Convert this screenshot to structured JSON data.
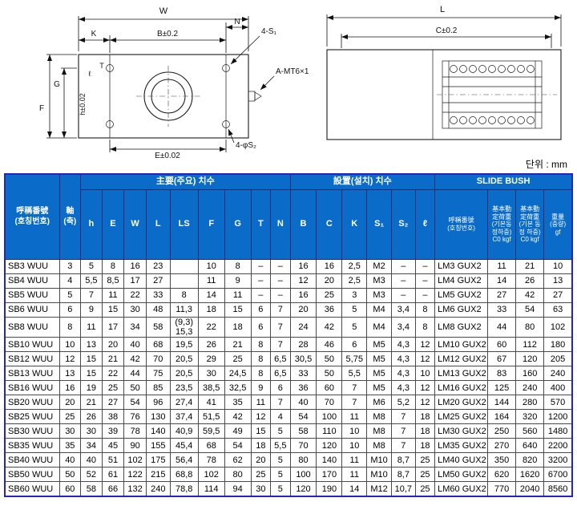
{
  "drawing": {
    "front": {
      "w": "W",
      "k": "K",
      "b": "B±0.2",
      "n": "N",
      "s1": "4-S₁",
      "a": "A-MT6×1",
      "t": "T",
      "ell": "ℓ",
      "h": "h±0.02",
      "g": "G",
      "f": "F",
      "e": "E±0.02",
      "s2": "4-φS₂"
    },
    "side": {
      "l": "L",
      "c": "C±0.2"
    }
  },
  "table": {
    "unit_note": "단위 : mm",
    "corner_header": "呼稱番號\n(호칭번호)",
    "shaft_header": "軸\n(축)",
    "groups": {
      "main": "主要(주요) 치수",
      "install": "設置(설치) 치수",
      "slide": "SLIDE BUSH"
    },
    "sub_cols": [
      "h",
      "E",
      "W",
      "L",
      "LS",
      "F",
      "G",
      "T",
      "N",
      "B",
      "C",
      "K",
      "S₁",
      "S₂",
      "ℓ",
      "呼稱番號\n(호칭번호)",
      "基本動\n定荷重\n(기본동\n정하중)\nC0 kgf",
      "基本動\n定荷重\n(기본 동\n정 하중)\nC0 kgf",
      "重量\n(중량)\ngf"
    ],
    "rows": [
      [
        "SB3 WUU",
        "3",
        "5",
        "8",
        "16",
        "23",
        "",
        "10",
        "8",
        "–",
        "–",
        "16",
        "16",
        "2,5",
        "M2",
        "–",
        "–",
        "LM3 GUX2",
        "11",
        "21",
        "10"
      ],
      [
        "SB4 WUU",
        "4",
        "5,5",
        "8,5",
        "17",
        "27",
        "",
        "11",
        "9",
        "–",
        "–",
        "12",
        "20",
        "2,5",
        "M3",
        "–",
        "–",
        "LM4 GUX2",
        "14",
        "26",
        "13"
      ],
      [
        "SB5 WUU",
        "5",
        "7",
        "11",
        "22",
        "33",
        "8",
        "14",
        "11",
        "–",
        "–",
        "16",
        "25",
        "3",
        "M3",
        "–",
        "–",
        "LM5 GUX2",
        "27",
        "42",
        "27"
      ],
      [
        "SB6 WUU",
        "6",
        "9",
        "15",
        "30",
        "48",
        "11,3",
        "18",
        "15",
        "6",
        "7",
        "20",
        "36",
        "5",
        "M4",
        "3,4",
        "8",
        "LM6 GUX2",
        "33",
        "54",
        "63"
      ],
      [
        "SB8 WUU",
        "8",
        "11",
        "17",
        "34",
        "58",
        "(9,3)\n15,3",
        "22",
        "18",
        "6",
        "7",
        "24",
        "42",
        "5",
        "M4",
        "3,4",
        "8",
        "LM8 GUX2",
        "44",
        "80",
        "102"
      ],
      [
        "SB10 WUU",
        "10",
        "13",
        "20",
        "40",
        "68",
        "19,5",
        "26",
        "21",
        "8",
        "7",
        "28",
        "46",
        "6",
        "M5",
        "4,3",
        "12",
        "LM10 GUX2",
        "60",
        "112",
        "180"
      ],
      [
        "SB12 WUU",
        "12",
        "15",
        "21",
        "42",
        "70",
        "20,5",
        "29",
        "25",
        "8",
        "6,5",
        "30,5",
        "50",
        "5,75",
        "M5",
        "4,3",
        "12",
        "LM12 GUX2",
        "67",
        "120",
        "205"
      ],
      [
        "SB13 WUU",
        "13",
        "15",
        "22",
        "44",
        "75",
        "20,5",
        "30",
        "24,5",
        "8",
        "6,5",
        "33",
        "50",
        "5,5",
        "M5",
        "4,3",
        "10",
        "LM13 GUX2",
        "83",
        "160",
        "240"
      ],
      [
        "SB16 WUU",
        "16",
        "19",
        "25",
        "50",
        "85",
        "23,5",
        "38,5",
        "32,5",
        "9",
        "6",
        "36",
        "60",
        "7",
        "M5",
        "4,3",
        "12",
        "LM16 GUX2",
        "125",
        "240",
        "400"
      ],
      [
        "SB20 WUU",
        "20",
        "21",
        "27",
        "54",
        "96",
        "27,4",
        "41",
        "35",
        "11",
        "7",
        "40",
        "70",
        "7",
        "M6",
        "5,2",
        "12",
        "LM20 GUX2",
        "144",
        "280",
        "570"
      ],
      [
        "SB25 WUU",
        "25",
        "26",
        "38",
        "76",
        "130",
        "37,4",
        "51,5",
        "42",
        "12",
        "4",
        "54",
        "100",
        "11",
        "M8",
        "7",
        "18",
        "LM25 GUX2",
        "164",
        "320",
        "1200"
      ],
      [
        "SB30 WUU",
        "30",
        "30",
        "39",
        "78",
        "140",
        "40,9",
        "59,5",
        "49",
        "15",
        "5",
        "58",
        "110",
        "10",
        "M8",
        "7",
        "18",
        "LM30 GUX2",
        "250",
        "560",
        "1480"
      ],
      [
        "SB35 WUU",
        "35",
        "34",
        "45",
        "90",
        "155",
        "45,4",
        "68",
        "54",
        "18",
        "5,5",
        "70",
        "120",
        "10",
        "M8",
        "7",
        "18",
        "LM35 GUX2",
        "270",
        "640",
        "2200"
      ],
      [
        "SB40 WUU",
        "40",
        "40",
        "51",
        "102",
        "175",
        "56,4",
        "78",
        "62",
        "20",
        "5",
        "80",
        "140",
        "11",
        "M10",
        "8,7",
        "25",
        "LM40 GUX2",
        "350",
        "820",
        "3200"
      ],
      [
        "SB50 WUU",
        "50",
        "52",
        "61",
        "122",
        "215",
        "68,8",
        "102",
        "80",
        "25",
        "5",
        "100",
        "170",
        "11",
        "M10",
        "8,7",
        "25",
        "LM50 GUX2",
        "620",
        "1620",
        "6700"
      ],
      [
        "SB60 WUU",
        "60",
        "58",
        "66",
        "132",
        "240",
        "78,8",
        "114",
        "94",
        "30",
        "5",
        "120",
        "190",
        "14",
        "M12",
        "10,7",
        "25",
        "LM60 GUX2",
        "770",
        "2040",
        "8560"
      ]
    ]
  }
}
